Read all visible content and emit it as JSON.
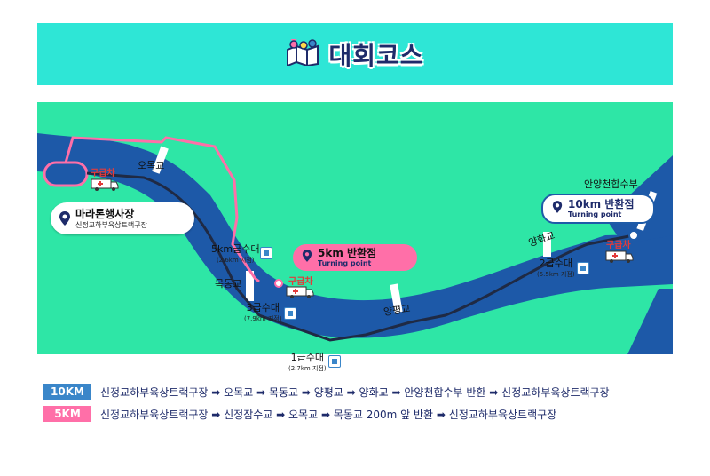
{
  "title": "대회코스",
  "colors": {
    "banner": "#2ee6d6",
    "land": "#2ee6a6",
    "river": "#1d59a8",
    "route_10km": "#1f2a44",
    "route_5km": "#ff6fa8",
    "badge_10km": "#3a86c9",
    "badge_5km": "#ff6fa8",
    "ambulance_label": "#e23b3b"
  },
  "icons": {
    "title": "map-pin-icon",
    "venue": "location-pin-icon",
    "water": "water-cup-icon",
    "ambulance": "ambulance-icon"
  },
  "venue": {
    "name": "마라톤행사장",
    "subtitle": "신정교하부육상트랙구장"
  },
  "turning_points": {
    "five_km": {
      "name": "5km 반환점",
      "sub": "Turning point"
    },
    "ten_km": {
      "name": "10km 반환점",
      "sub": "Turning point"
    }
  },
  "bridges": {
    "omok": "오목교",
    "mokdong": "목동교",
    "yangpyeong": "양평교",
    "yanghwa": "양화교",
    "anyang": "안양천합수부"
  },
  "ambulances": [
    "구급차",
    "구급차",
    "구급차"
  ],
  "water_stations": [
    {
      "name": "5km급수대",
      "distance": "(2.6km 지점)"
    },
    {
      "name": "3급수대",
      "distance": "(7.9km 지점)"
    },
    {
      "name": "1급수대",
      "distance": "(2.7km 지점)"
    },
    {
      "name": "2급수대",
      "distance": "(5.5km 지점)"
    }
  ],
  "legend": [
    {
      "badge": "10KM",
      "route": "신정교하부육상트랙구장 ➡ 오목교 ➡ 목동교 ➡ 양평교 ➡ 양화교 ➡ 안양천합수부 반환 ➡ 신정교하부육상트랙구장"
    },
    {
      "badge": "5KM",
      "route": "신정교하부육상트랙구장 ➡ 신정잠수교 ➡  오목교 ➡ 목동교 200m 앞 반환 ➡ 신정교하부육상트랙구장"
    }
  ]
}
